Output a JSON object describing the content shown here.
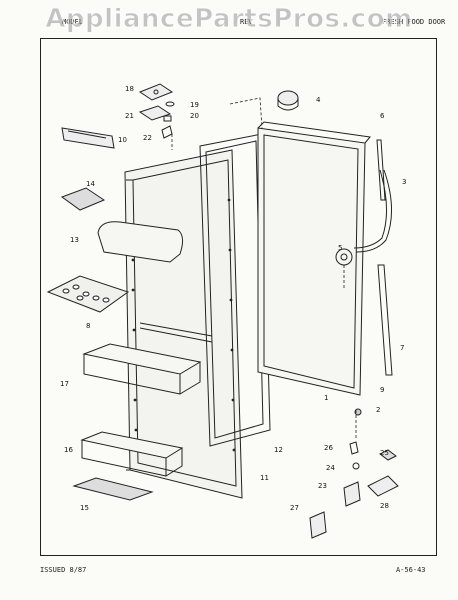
{
  "watermark": "AppliancePartsPros.com",
  "header": {
    "left": "MODEL",
    "mid": "REV",
    "right": "FRESH FOOD DOOR"
  },
  "footer": {
    "issued": "ISSUED 8/87",
    "code": "A-56-43"
  },
  "callouts": [
    "18",
    "19",
    "21",
    "20",
    "22",
    "10",
    "4",
    "6",
    "3",
    "14",
    "13",
    "5",
    "8",
    "7",
    "9",
    "17",
    "1",
    "2",
    "12",
    "26",
    "25",
    "24",
    "16",
    "11",
    "23",
    "28",
    "15",
    "27"
  ]
}
